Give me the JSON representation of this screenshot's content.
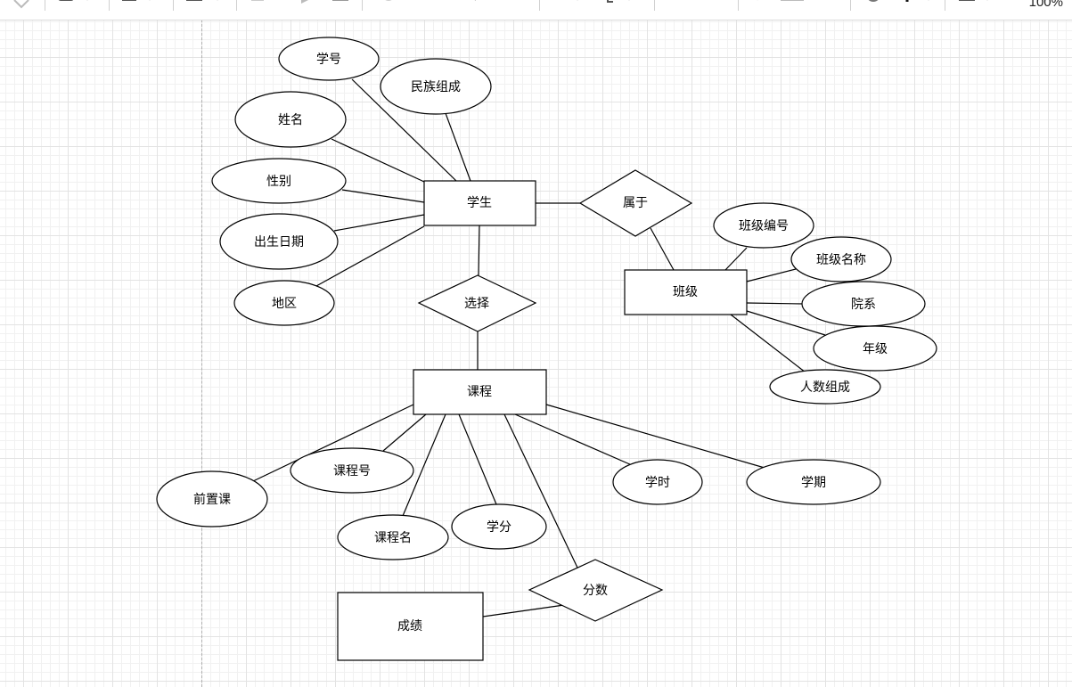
{
  "toolbar": {
    "zoom": "100%"
  },
  "diagram": {
    "entities": {
      "student": "学生",
      "class": "班级",
      "course": "课程",
      "grade": "成绩"
    },
    "relationships": {
      "belongs": "属于",
      "select": "选择",
      "score": "分数"
    },
    "attributes": {
      "student_no": "学号",
      "ethnicity": "民族组成",
      "name": "姓名",
      "gender": "性别",
      "birthdate": "出生日期",
      "region": "地区",
      "class_no": "班级编号",
      "class_name": "班级名称",
      "department": "院系",
      "year": "年级",
      "headcount": "人数组成",
      "course_no": "课程号",
      "course_name": "课程名",
      "credit": "学分",
      "prereq": "前置课",
      "hours": "学时",
      "semester": "学期"
    }
  }
}
